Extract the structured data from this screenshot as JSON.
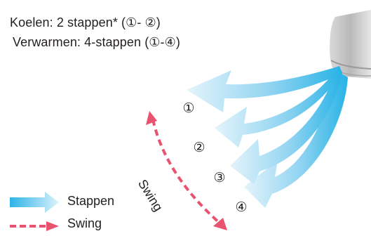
{
  "caption": {
    "cooling": "Koelen: 2 stappen* (①- ②)",
    "heating": "Verwarmen: 4-stappen (①-④)"
  },
  "steps": [
    "①",
    "②",
    "③",
    "④"
  ],
  "swing_label": "Swing",
  "legend": {
    "steps_label": "Stappen",
    "swing_label": "Swing"
  },
  "colors": {
    "airflow_light": "#dff2fb",
    "airflow_dark": "#29b5e8",
    "swing": "#e8536f",
    "unit_body": "#c8c8c8"
  }
}
